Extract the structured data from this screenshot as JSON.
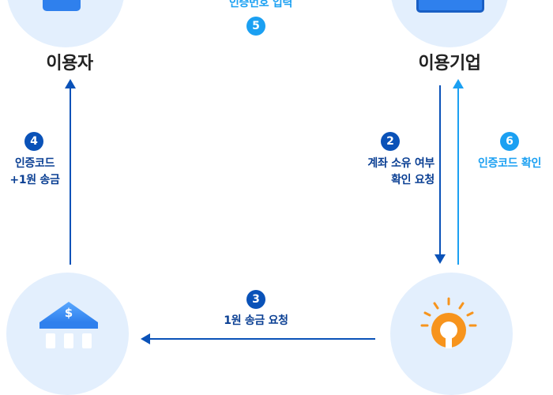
{
  "nodes": {
    "user_label": "이용자",
    "company_label": "이용기업"
  },
  "steps": {
    "s2": {
      "num": "2",
      "line1": "계좌 소유 여부",
      "line2": "확인 요청"
    },
    "s3": {
      "num": "3",
      "line1": "1원 송금 요청"
    },
    "s4": {
      "num": "4",
      "line1": "인증코드",
      "line2": "+1원 송금"
    },
    "s5": {
      "num": "5",
      "line1": "인증번호 입력"
    },
    "s6": {
      "num": "6",
      "line1": "인증코드 확인"
    }
  },
  "icons": {
    "bank_symbol": "$"
  },
  "colors": {
    "dark_blue": "#0a52b8",
    "light_blue": "#1ba0f2",
    "circle_bg": "#e3effd",
    "orange": "#f7941d"
  }
}
